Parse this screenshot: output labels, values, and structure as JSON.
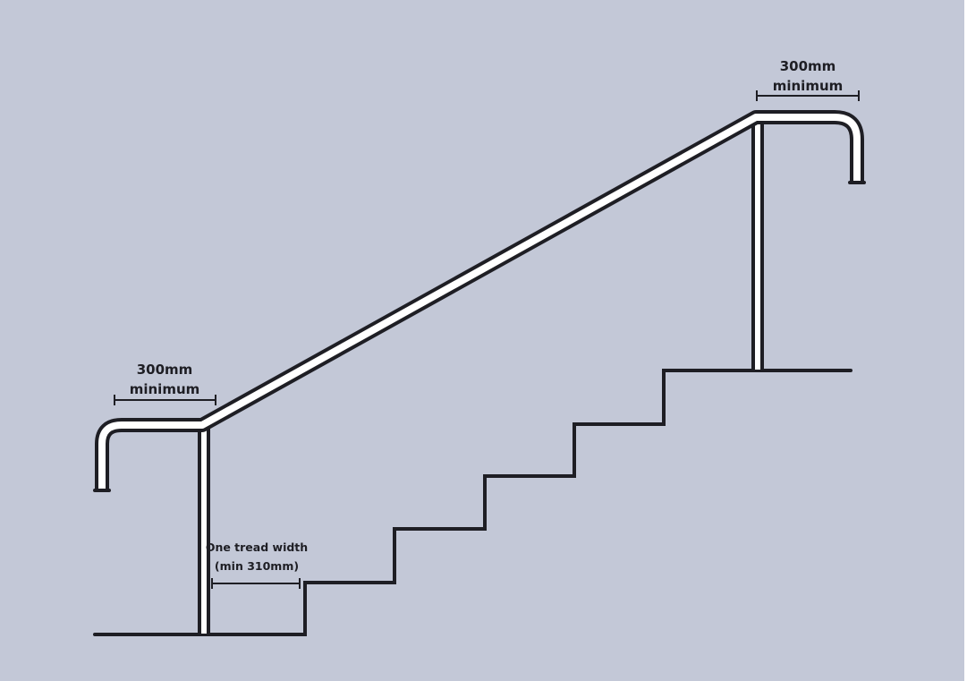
{
  "colors": {
    "background": "#c3c8d7",
    "line": "#1e1e24",
    "rail_fill": "#ffffff"
  },
  "labels": {
    "top_extension_value": "300mm",
    "top_extension_note": "minimum",
    "bottom_extension_value": "300mm",
    "bottom_extension_note": "minimum",
    "tread_width_line1": "One tread width",
    "tread_width_line2": "(min 310mm)"
  }
}
